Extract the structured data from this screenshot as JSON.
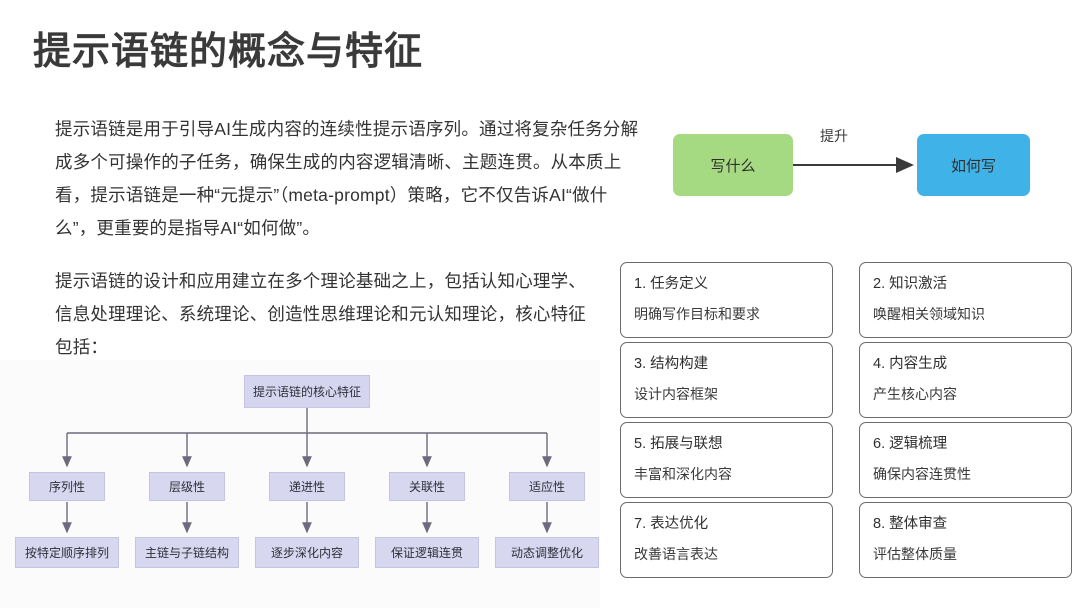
{
  "slide": {
    "title": "提示语链的概念与特征",
    "paragraphs": [
      "提示语链是用于引导AI生成内容的连续性提示语序列。通过将复杂任务分解成多个可操作的子任务，确保生成的内容逻辑清晰、主题连贯。从本质上看，提示语链是一种“元提示”（meta-prompt）策略，它不仅告诉AI“做什么”，更重要的是指导AI“如何做”。",
      "提示语链的设计和应用建立在多个理论基础之上，包括认知心理学、信息处理理论、系统理论、创造性思维理论和元认知理论，核心特征包括："
    ]
  },
  "flow": {
    "source_label": "写什么",
    "target_label": "如何写",
    "arrow_label": "提升",
    "source_color": "#a6da82",
    "target_color": "#3fb3e8",
    "arrow_color": "#3a3a3a"
  },
  "cards": [
    {
      "title": "1. 任务定义",
      "desc": "明确写作目标和要求"
    },
    {
      "title": "2. 知识激活",
      "desc": "唤醒相关领域知识"
    },
    {
      "title": "3. 结构构建",
      "desc": "设计内容框架"
    },
    {
      "title": "4. 内容生成",
      "desc": "产生核心内容"
    },
    {
      "title": "5. 拓展与联想",
      "desc": "丰富和深化内容"
    },
    {
      "title": "6. 逻辑梳理",
      "desc": "确保内容连贯性"
    },
    {
      "title": "7. 表达优化",
      "desc": "改善语言表达"
    },
    {
      "title": "8. 整体审查",
      "desc": "评估整体质量"
    }
  ],
  "tree": {
    "root": "提示语链的核心特征",
    "node_color": "#d7d7f0",
    "connector_color": "#6b6b7d",
    "features": [
      {
        "name": "序列性",
        "detail": "按特定顺序排列"
      },
      {
        "name": "层级性",
        "detail": "主链与子链结构"
      },
      {
        "name": "递进性",
        "detail": "逐步深化内容"
      },
      {
        "name": "关联性",
        "detail": "保证逻辑连贯"
      },
      {
        "name": "适应性",
        "detail": "动态调整优化"
      }
    ]
  }
}
